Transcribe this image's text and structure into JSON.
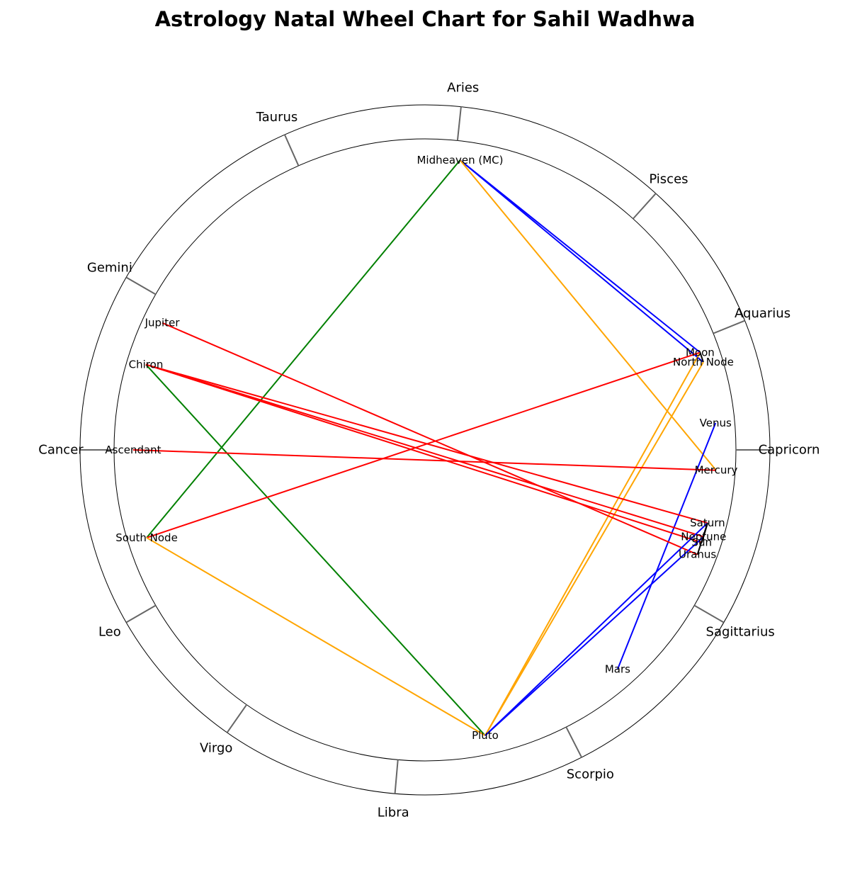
{
  "title": "Astrology Natal Wheel Chart for Sahil Wadhwa",
  "chart_data": {
    "type": "wheel",
    "title": "Astrology Natal Wheel Chart for Sahil Wadhwa",
    "grid": false,
    "signs": [
      {
        "name": "Aries",
        "angle_deg": 84
      },
      {
        "name": "Taurus",
        "angle_deg": 114
      },
      {
        "name": "Gemini",
        "angle_deg": 150
      },
      {
        "name": "Cancer",
        "angle_deg": 180
      },
      {
        "name": "Leo",
        "angle_deg": 210
      },
      {
        "name": "Virgo",
        "angle_deg": 235
      },
      {
        "name": "Libra",
        "angle_deg": 265
      },
      {
        "name": "Scorpio",
        "angle_deg": 297
      },
      {
        "name": "Sagittarius",
        "angle_deg": 330
      },
      {
        "name": "Capricorn",
        "angle_deg": 0
      },
      {
        "name": "Aquarius",
        "angle_deg": 22
      },
      {
        "name": "Pisces",
        "angle_deg": 48
      }
    ],
    "points": [
      {
        "name": "Midheaven (MC)",
        "angle_deg": 83.1
      },
      {
        "name": "Moon",
        "angle_deg": 19.5
      },
      {
        "name": "North Node",
        "angle_deg": 17.5
      },
      {
        "name": "Venus",
        "angle_deg": 5.3
      },
      {
        "name": "Mercury",
        "angle_deg": -4.0
      },
      {
        "name": "Saturn",
        "angle_deg": -14.5
      },
      {
        "name": "Neptune",
        "angle_deg": -17.3
      },
      {
        "name": "Sun",
        "angle_deg": -18.5
      },
      {
        "name": "Uranus",
        "angle_deg": -21.0
      },
      {
        "name": "Mars",
        "angle_deg": -48.7
      },
      {
        "name": "Pluto",
        "angle_deg": -78.1
      },
      {
        "name": "South Node",
        "angle_deg": 197.5
      },
      {
        "name": "Ascendant",
        "angle_deg": 180.0
      },
      {
        "name": "Chiron",
        "angle_deg": 163.0
      },
      {
        "name": "Jupiter",
        "angle_deg": 154.2
      }
    ],
    "aspects": [
      {
        "from": "Midheaven (MC)",
        "to": "Moon",
        "color": "#0000ff"
      },
      {
        "from": "Midheaven (MC)",
        "to": "North Node",
        "color": "#0000ff"
      },
      {
        "from": "Midheaven (MC)",
        "to": "Mercury",
        "color": "#ffa500"
      },
      {
        "from": "Midheaven (MC)",
        "to": "South Node",
        "color": "#008000"
      },
      {
        "from": "Chiron",
        "to": "Pluto",
        "color": "#008000"
      },
      {
        "from": "Moon",
        "to": "South Node",
        "color": "#ff0000"
      },
      {
        "from": "Moon",
        "to": "North Node",
        "color": "#000000"
      },
      {
        "from": "North Node",
        "to": "Pluto",
        "color": "#ffa500"
      },
      {
        "from": "Moon",
        "to": "Pluto",
        "color": "#ffa500"
      },
      {
        "from": "South Node",
        "to": "Pluto",
        "color": "#ffa500"
      },
      {
        "from": "Venus",
        "to": "Mars",
        "color": "#0000ff"
      },
      {
        "from": "Ascendant",
        "to": "Mercury",
        "color": "#ff0000"
      },
      {
        "from": "Jupiter",
        "to": "Uranus",
        "color": "#ff0000"
      },
      {
        "from": "Chiron",
        "to": "Saturn",
        "color": "#ff0000"
      },
      {
        "from": "Chiron",
        "to": "Neptune",
        "color": "#ff0000"
      },
      {
        "from": "Chiron",
        "to": "Sun",
        "color": "#ff0000"
      },
      {
        "from": "Saturn",
        "to": "Pluto",
        "color": "#0000ff"
      },
      {
        "from": "Neptune",
        "to": "Pluto",
        "color": "#0000ff"
      },
      {
        "from": "Saturn",
        "to": "Neptune",
        "color": "#000000"
      },
      {
        "from": "Saturn",
        "to": "Sun",
        "color": "#000000"
      },
      {
        "from": "Saturn",
        "to": "Uranus",
        "color": "#000000"
      }
    ]
  }
}
